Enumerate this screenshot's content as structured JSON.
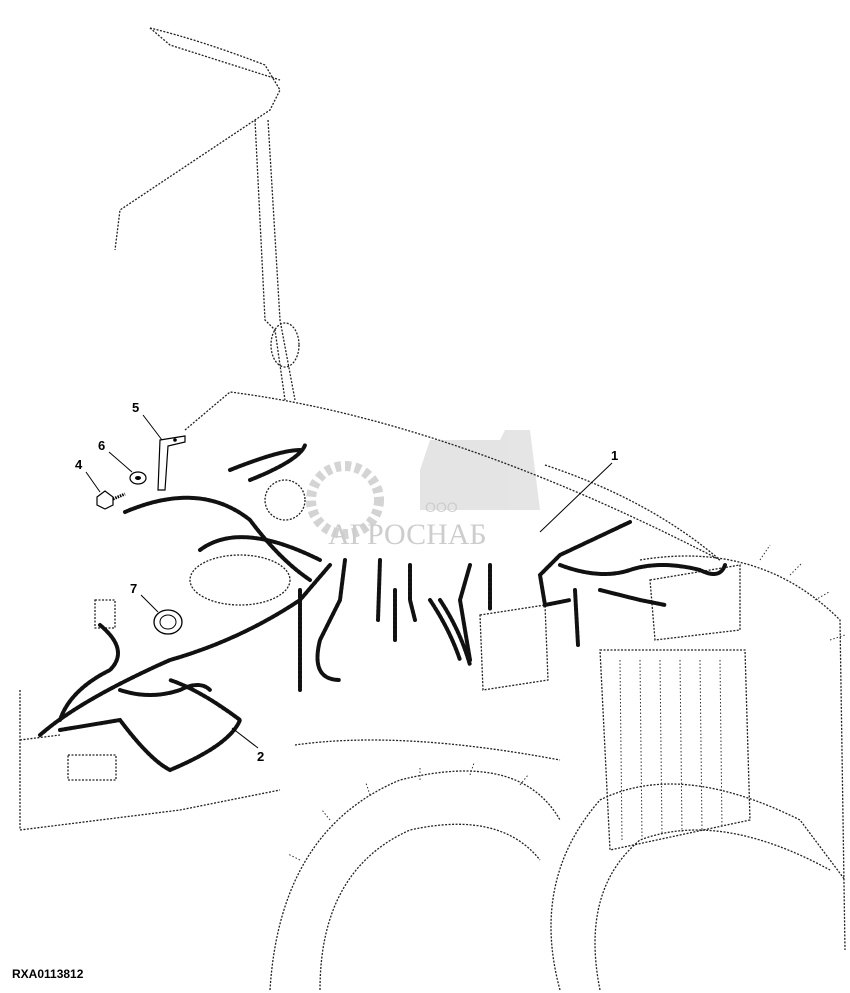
{
  "figure": {
    "id": "RXA0113812",
    "callouts": [
      "1",
      "2",
      "4",
      "5",
      "6",
      "7"
    ]
  },
  "watermark": {
    "prefix": "ООО",
    "brand": "АГРОСНАБ"
  }
}
